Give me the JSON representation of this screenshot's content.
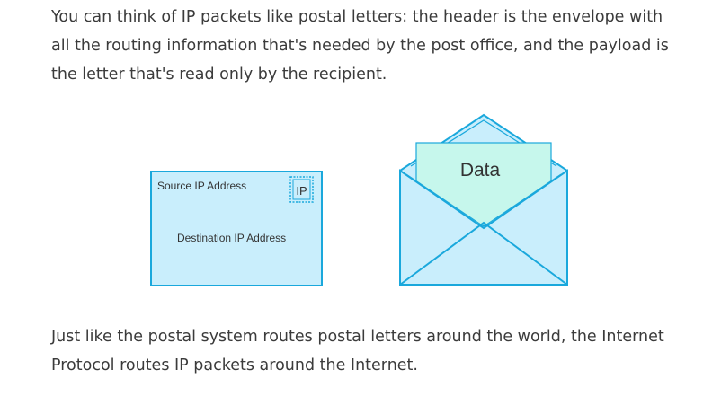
{
  "intro_paragraph": "You can think of IP packets like postal letters: the header is the envelope with all the routing information that's needed by the post office, and the payload is the letter that's read only by the recipient.",
  "closing_paragraph": "Just like the postal system routes postal letters around the world, the Internet Protocol routes IP packets around the Internet.",
  "diagram": {
    "header_envelope": {
      "source_label": "Source IP Address",
      "stamp_label": "IP",
      "destination_label": "Destination IP Address"
    },
    "payload_envelope": {
      "letter_label": "Data"
    },
    "colors": {
      "envelope_fill": "#c9eefc",
      "envelope_stroke": "#1aa8dc",
      "letter_fill": "#c6f7ec",
      "text": "#3b3b3b"
    }
  }
}
